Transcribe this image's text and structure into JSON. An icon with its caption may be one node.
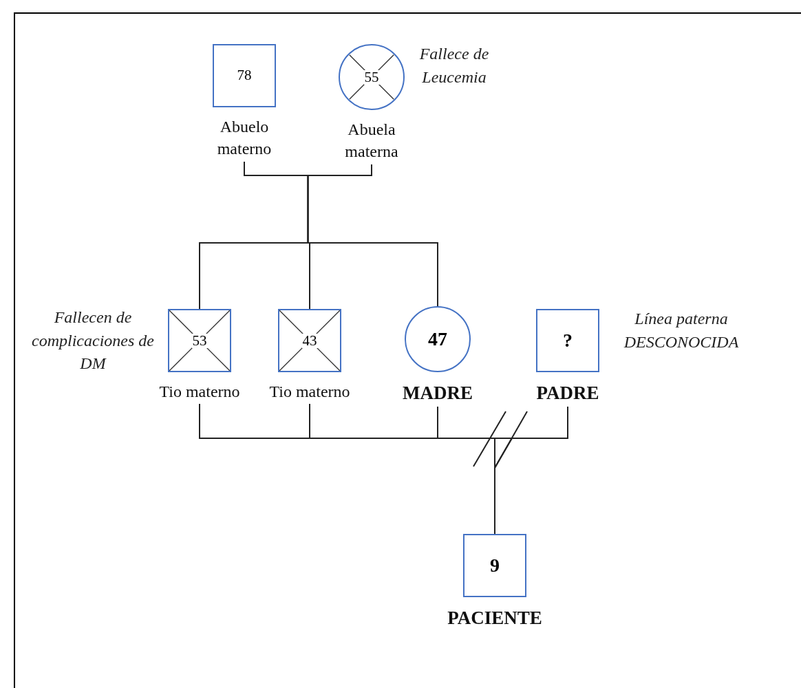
{
  "diagram": {
    "nodes": [
      {
        "text": [
          "78"
        ],
        "beside": [
          "Abuelo materno"
        ]
      },
      {
        "text": [
          "55"
        ],
        "beside": [
          "Abuela materna"
        ]
      },
      {
        "text": [
          "53"
        ],
        "beside": [
          "Tio materno"
        ]
      },
      {
        "text": [
          "43"
        ],
        "beside": [
          "Tio materno"
        ]
      },
      {
        "text": [
          "47"
        ],
        "beside": [
          "MADRE"
        ]
      },
      {
        "text": [
          "?"
        ],
        "beside": [
          "PADRE"
        ]
      },
      {
        "text": [
          "9"
        ],
        "beside": [
          "PACIENTE"
        ]
      }
    ],
    "edges": [
      {
        "from": 0,
        "to": 1,
        "arrow": "none"
      },
      {
        "from": 0,
        "to": 2,
        "arrow": "none"
      },
      {
        "from": 0,
        "to": 3,
        "arrow": "none"
      },
      {
        "from": 0,
        "to": 4,
        "arrow": "none"
      },
      {
        "from": 2,
        "to": 3,
        "arrow": "none"
      },
      {
        "from": 3,
        "to": 4,
        "arrow": "none"
      },
      {
        "from": 4,
        "to": 5,
        "arrow": "none"
      },
      {
        "from": 4,
        "to": 6,
        "arrow": "none"
      },
      {
        "from": 5,
        "to": 6,
        "arrow": "none"
      }
    ],
    "labels": [
      "Fallece de Leucemia",
      "Fallecen de complicaciones de DM",
      "Línea paterna DESCONOCIDA"
    ]
  }
}
